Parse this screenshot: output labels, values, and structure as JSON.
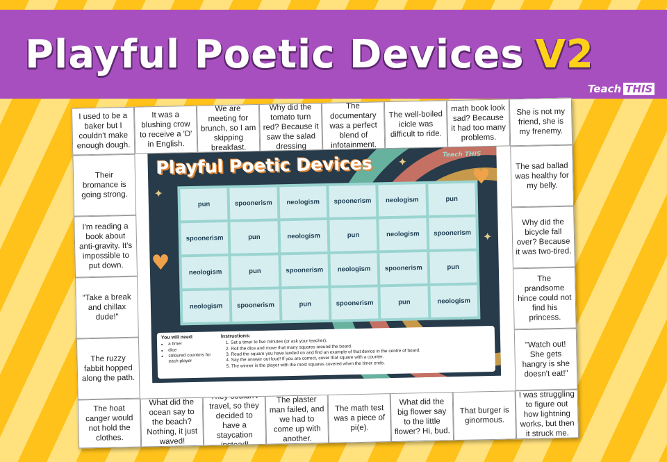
{
  "header": {
    "title": "Playful Poetic Devices",
    "version": "V2",
    "brand_part1": "Teach",
    "brand_part2": "THIS"
  },
  "board": {
    "title": "Playful Poetic Devices",
    "brand": "Teach THIS",
    "top_row": [
      "I used to be a baker but I couldn't make enough dough.",
      "It was a blushing crow to receive a 'D' in English.",
      "We are meeting for brunch, so I am skipping breakfast.",
      "Why did the tomato turn red? Because it saw the salad dressing",
      "The documentary was a perfect blend of infotainment.",
      "The well-boiled icicle was difficult to ride.",
      "math book look sad? Because it had too many problems.",
      "She is not my friend, she is my frenemy."
    ],
    "left_col": [
      "Their bromance is going strong.",
      "I'm reading a book about anti-gravity. It's impossible to put down.",
      "\"Take a break and chillax dude!\"",
      "The ruzzy fabbit hopped along the path."
    ],
    "right_col": [
      "The sad ballad was healthy for my belly.",
      "Why did the bicycle fall over? Because it was two-tired.",
      "The prandsome hince could not find his princess.",
      "\"Watch out! She gets hangry is she doesn't eat!\""
    ],
    "bottom_row": [
      "The hoat canger would not hold the clothes.",
      "What did the ocean say to the beach? Nothing, it just waved!",
      "They couldn't travel, so they decided to have a staycation instead!",
      "The plaster man failed, and we had to come up with another.",
      "The math test was a piece of pi(e).",
      "What did the big flower say to the little flower? Hi, bud.",
      "That burger is ginormous.",
      "I was struggling to figure out how lightning works, but then it struck me."
    ],
    "grid": [
      [
        "pun",
        "spoonerism",
        "neologism",
        "spoonerism",
        "neologism",
        "pun"
      ],
      [
        "spoonerism",
        "pun",
        "neologism",
        "pun",
        "neologism",
        "spoonerism"
      ],
      [
        "neologism",
        "pun",
        "spoonerism",
        "neologism",
        "spoonerism",
        "pun"
      ],
      [
        "neologism",
        "spoonerism",
        "pun",
        "spoonerism",
        "pun",
        "neologism"
      ]
    ],
    "you_will_need_title": "You will need:",
    "you_will_need": [
      "a timer",
      "dice",
      "coloured counters for each player"
    ],
    "instructions_title": "Instructions:",
    "instructions": [
      "Set a timer to five minutes (or ask your teacher).",
      "Roll the dice and move that many squares around the board.",
      "Read the square you have landed on and find an example of that device in the centre of board.",
      "Say the answer out loud! If you are correct, cover that square with a counter.",
      "The winner is the player with the most squares covered when the timer ends."
    ]
  },
  "colors": {
    "header_purple": "#a84fc0",
    "stripe_dark": "#ffc21a",
    "stripe_light": "#ffe27e",
    "board_navy": "#273b4a",
    "grid_cell": "#d7eef0",
    "version_yellow": "#ffd21a"
  }
}
